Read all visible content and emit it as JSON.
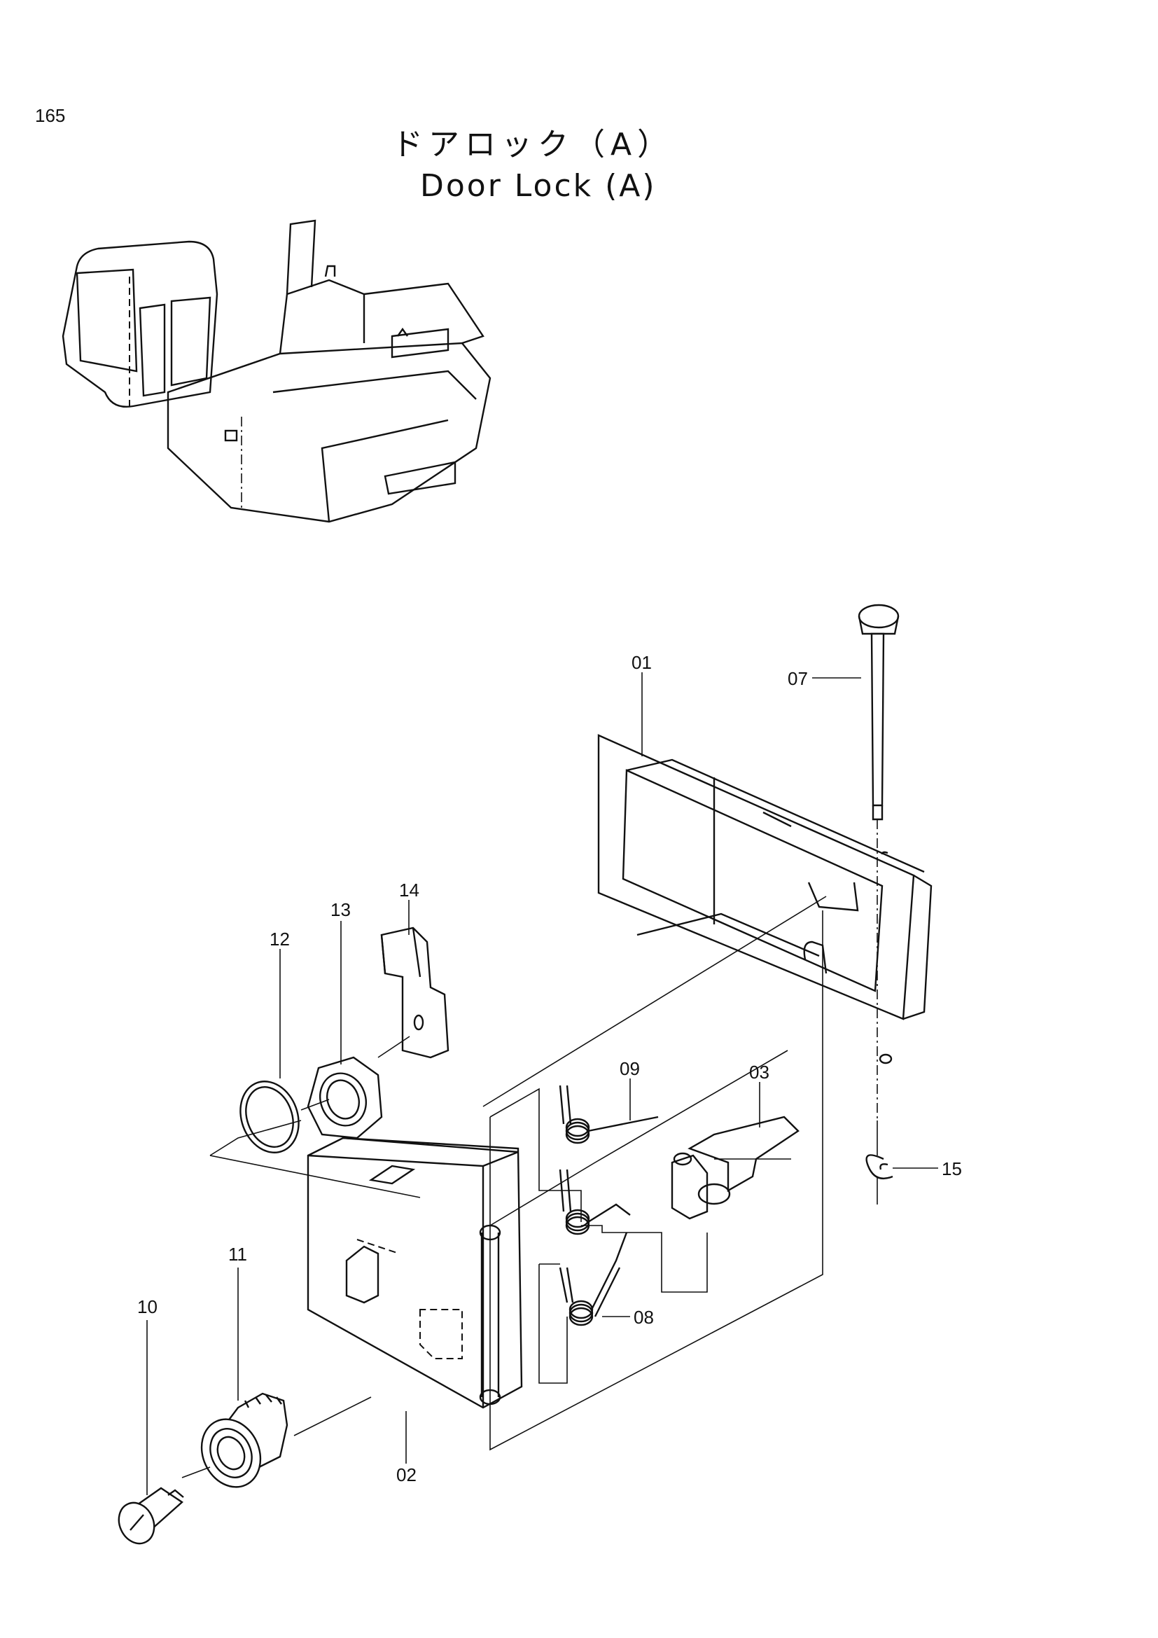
{
  "page_number": "165",
  "title_jp": "ドアロック（A）",
  "title_en": "Door Lock (A)",
  "parts": {
    "p01": "01",
    "p02": "02",
    "p03": "03",
    "p07": "07",
    "p08": "08",
    "p09": "09",
    "p10": "10",
    "p11": "11",
    "p12": "12",
    "p13": "13",
    "p14": "14",
    "p15": "15"
  }
}
